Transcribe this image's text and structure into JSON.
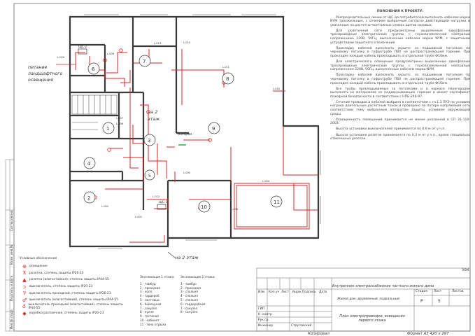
{
  "drawing": {
    "rooms": [
      "1",
      "2",
      "3",
      "4",
      "5",
      "6",
      "7",
      "8",
      "9",
      "10",
      "11"
    ],
    "outer_annotations": {
      "landscape_power": "питание ландшафтного освещения",
      "to_floor_2_a": "на 2 этаж",
      "to_floor_2_b": "на 2 этаж",
      "bomfan": "бомфан"
    },
    "panel_labels": [
      "ЩС-2",
      "ЩС-1"
    ],
    "line_labels": [
      "L-009",
      "L-008",
      "L-013",
      "L-014",
      "L-011",
      "L-010",
      "L-007",
      "L-006",
      "L-005",
      "L-004",
      "L-002",
      "L-001",
      "L-003",
      "L-012"
    ]
  },
  "notes": {
    "title": "ПОЯСНЕНИЯ К ПРОЕКТУ:",
    "paragraphs": [
      "Распределительные линии от ЩС до потребителей выполнить кабелем марки NYM трехжильным, с сечением выбранным согласно действующей нагрузки и указанным на расчетно-монтажных схемах щитов силовых.",
      "Для розеточной сети предусмотрены выделенные однофазные трехпроводные электрические группы с глухозаземленной нейтралью напряжением 220В, 50Гц, выполненные кабелем марки NYM, с защитными устройствами защитного отключения.",
      "Прокладку кабелей выполнить скрыто: за подшивным потолком по черновому потолку в гофротрубе ПВХ не распространяющей горение. При прокладке каждый кабель прокладывать в отдельной трубе Ф16мм.",
      "Для электрического освещения предусмотрены выделенные однофазные трехпроводные электрические группы с глухозаземленной нейтралью напряжением 220В, 50Гц, выполненные кабелем марки NYM.",
      "Прокладку кабелей выполнить скрыто: за подшивным потолком по черновому потолку в гофротрубе ПВХ не распространяющей горение. При прокладке каждый кабель прокладывать в отдельной трубе Ф16мм.",
      "Все трубы прокладываемые за потолками и в каркасе перегородок выполнять из материалов не поддерживающих горение и имеют сертификат пожарной безопасности в соответствии с НПБ-246-97.",
      "Сечение проводов и кабелей выбрано в соответствии с гл.1.3 ПУЭ по условию нагрева длительным расчетным током и проверено по потере напряжения сеть соответствии тому выбранным аппаратам защиты, условиям окружающей среды.",
      "Освещенность помещений принимается не менее указанной в СП 31-110-2003.",
      "Высота установки выключателей принимается по 0,9 м от у.ч.п.",
      "Высота установки розеток принимается по 0,3 м от у.ч.п., кроме специально отмеченных розеток."
    ]
  },
  "legend": {
    "title": "Условные обозначения",
    "items": [
      {
        "label": "освещение",
        "icon": "light-icon"
      },
      {
        "label": "розетка, степень защиты IP20-23",
        "icon": "socket-icon"
      },
      {
        "label": "розетка (влагостойкая), степень защиты IP44-55",
        "icon": "socket-wet-icon"
      },
      {
        "label": "выключатель, степень защиты IP20-23",
        "icon": "switch-icon"
      },
      {
        "label": "выключатель проходной, степень защиты IP20-23",
        "icon": "switch-pass-icon"
      },
      {
        "label": "выключатель (влагостойкий), степень защиты IP44-55",
        "icon": "switch-wet-icon"
      },
      {
        "label": "выключатель проходной (влагостойкий), степень защиты IP44-55",
        "icon": "switch-pass-wet-icon"
      },
      {
        "label": "коробка распаечная, степень защиты IP20-23",
        "icon": "junction-box-icon"
      }
    ]
  },
  "explication_1": {
    "title": "Экспликация 1 этажа:",
    "items": [
      "1 - тамбур",
      "2 - прихожая",
      "3 - холл",
      "4 - гардероб",
      "5 - лестница",
      "6 - бойлерная",
      "7 - санузел",
      "8 - кухня",
      "9 - гостиная",
      "10 - кабинет",
      "11 - зона отдыха"
    ]
  },
  "explication_2": {
    "title": "Экспликация 2 этажа:",
    "items": [
      "1 - тамбур",
      "2 - прихожая",
      "3 - спальня",
      "4 - спальня",
      "5 - спальня",
      "6 - гардеробная",
      "7 - санузел",
      "8 - санузел"
    ]
  },
  "stamp": {
    "sheet_code": "ЭОМ",
    "title": "Внутреннее электроснабжение частного жилого дома",
    "object": "Жилой дом, деревянный, подвальный",
    "drawing_name": "План электропроводки, освещения первого этажа",
    "stage_header": "Стадия",
    "sheet_header": "Лист",
    "sheets_header": "Листов",
    "stage": "Р",
    "sheet": "5",
    "sheets": "",
    "col_headers": [
      "Изм.",
      "Кол.уч",
      "Лист",
      "№док",
      "Подпись",
      "Дата"
    ],
    "roles": [
      "ГИП",
      "Н. контр.",
      "Рук.гр.",
      "Инженер"
    ],
    "engineer": "Струговский",
    "copied": "Копировал",
    "format": "Формат А3  420 x 297"
  },
  "side_stamp": [
    "Инв.№ подл.",
    "Подпись и дата",
    "Взам. инв.№",
    "Согласовано"
  ],
  "colors": {
    "wire": "#e02020",
    "wall": "#3a3a3a",
    "line": "#555555"
  }
}
